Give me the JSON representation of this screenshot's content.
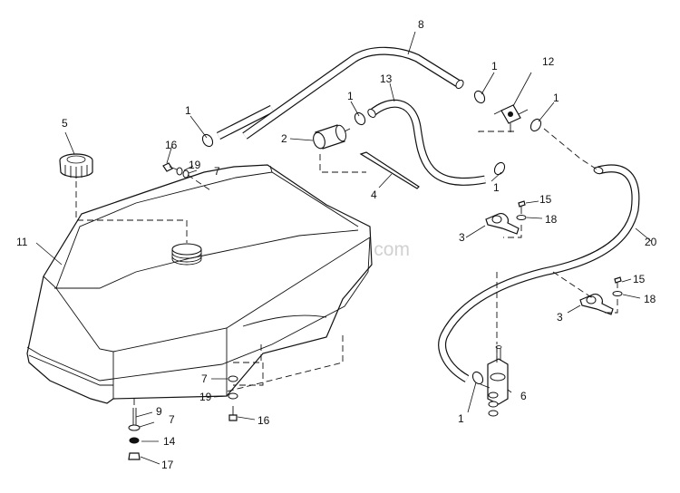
{
  "watermark": "eReplacementParts.com",
  "callouts": {
    "c1a": "1",
    "c1b": "1",
    "c1c": "1",
    "c1d": "1",
    "c1e": "1",
    "c1f": "1",
    "c2": "2",
    "c3a": "3",
    "c3b": "3",
    "c4": "4",
    "c5": "5",
    "c6": "6",
    "c7a": "7",
    "c7b": "7",
    "c7c": "7",
    "c8": "8",
    "c9": "9",
    "c11": "11",
    "c12": "12",
    "c13": "13",
    "c14": "14",
    "c15a": "15",
    "c15b": "15",
    "c16a": "16",
    "c16b": "16",
    "c17": "17",
    "c18a": "18",
    "c18b": "18",
    "c19a": "19",
    "c19b": "19",
    "c20": "20"
  }
}
